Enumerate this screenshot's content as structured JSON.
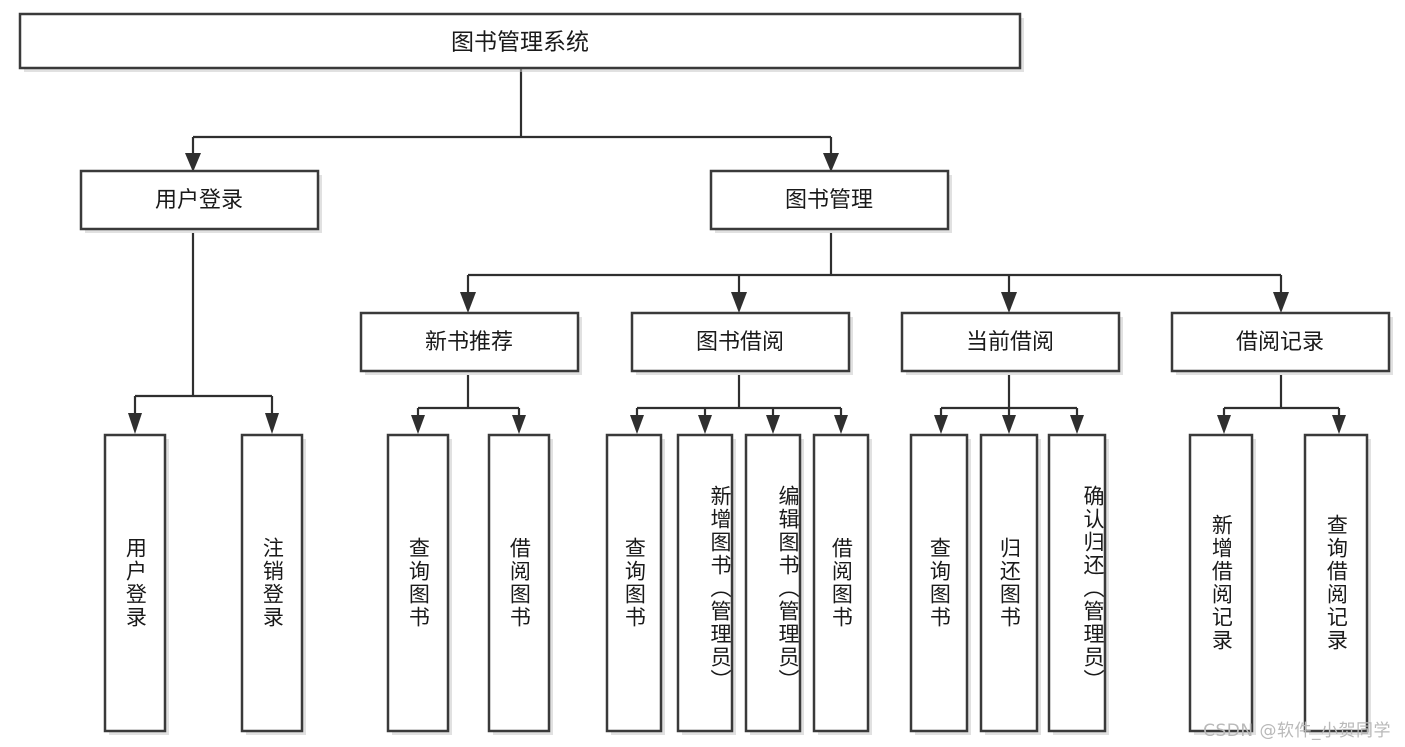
{
  "diagram": {
    "type": "tree-hierarchy",
    "title": "图书管理系统",
    "watermark": "CSDN @软件_小贺同学",
    "colors": {
      "background": "#ffffff",
      "box_stroke": "#3a3a3a",
      "connector": "#2f2f2f",
      "text": "#1a1a1a",
      "shadow": "#c9c9c9",
      "watermark": "#b9b9b9"
    },
    "root": {
      "id": "root",
      "label": "图书管理系统",
      "orientation": "horizontal"
    },
    "level2": [
      {
        "id": "user-login",
        "label": "用户登录",
        "orientation": "horizontal"
      },
      {
        "id": "book-management",
        "label": "图书管理",
        "orientation": "horizontal"
      }
    ],
    "level3": [
      {
        "id": "new-book-recommend",
        "label": "新书推荐",
        "parent": "book-management",
        "orientation": "horizontal"
      },
      {
        "id": "book-borrow",
        "label": "图书借阅",
        "parent": "book-management",
        "orientation": "horizontal"
      },
      {
        "id": "current-borrow",
        "label": "当前借阅",
        "parent": "book-management",
        "orientation": "horizontal"
      },
      {
        "id": "borrow-record",
        "label": "借阅记录",
        "parent": "book-management",
        "orientation": "horizontal"
      }
    ],
    "leaves": [
      {
        "id": "leaf-user-login",
        "label": "用户登录",
        "parent": "user-login",
        "orientation": "vertical"
      },
      {
        "id": "leaf-user-logout",
        "label": "注销登录",
        "parent": "user-login",
        "orientation": "vertical"
      },
      {
        "id": "leaf-query-book-1",
        "label": "查询图书",
        "parent": "new-book-recommend",
        "orientation": "vertical"
      },
      {
        "id": "leaf-borrow-book-1",
        "label": "借阅图书",
        "parent": "new-book-recommend",
        "orientation": "vertical"
      },
      {
        "id": "leaf-query-book-2",
        "label": "查询图书",
        "parent": "book-borrow",
        "orientation": "vertical"
      },
      {
        "id": "leaf-add-book",
        "label": "新增图书（管理员）",
        "parent": "book-borrow",
        "orientation": "vertical"
      },
      {
        "id": "leaf-edit-book",
        "label": "编辑图书（管理员）",
        "parent": "book-borrow",
        "orientation": "vertical"
      },
      {
        "id": "leaf-borrow-book-2",
        "label": "借阅图书",
        "parent": "book-borrow",
        "orientation": "vertical"
      },
      {
        "id": "leaf-query-book-3",
        "label": "查询图书",
        "parent": "current-borrow",
        "orientation": "vertical"
      },
      {
        "id": "leaf-return-book",
        "label": "归还图书",
        "parent": "current-borrow",
        "orientation": "vertical"
      },
      {
        "id": "leaf-confirm-return",
        "label": "确认归还（管理员）",
        "parent": "current-borrow",
        "orientation": "vertical"
      },
      {
        "id": "leaf-add-record",
        "label": "新增借阅记录",
        "parent": "borrow-record",
        "orientation": "vertical"
      },
      {
        "id": "leaf-query-record",
        "label": "查询借阅记录",
        "parent": "borrow-record",
        "orientation": "vertical"
      }
    ]
  }
}
